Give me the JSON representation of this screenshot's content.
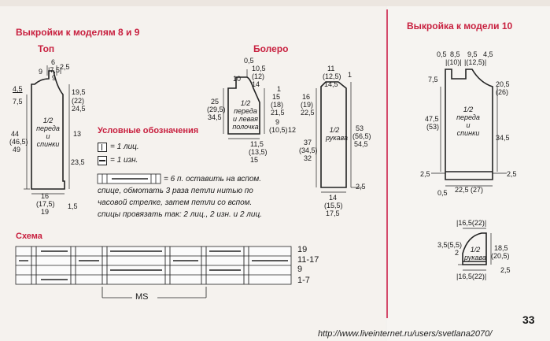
{
  "left_title": "Выкройки к моделям 8 и 9",
  "right_title": "Выкройка к модели 10",
  "top": {
    "title": "Топ",
    "label": [
      "1/2",
      "переда",
      "и",
      "спинки"
    ],
    "dims": {
      "d9": "9",
      "d6": "6",
      "d75p": "|7,5|",
      "d9b": "9",
      "d25": "2,5",
      "d45": "4,5",
      "d75": "7,5",
      "d195": "19,5",
      "d22": "(22)",
      "d245": "24,5",
      "d13": "13",
      "d44": "44",
      "d465": "(46,5)",
      "d49": "49",
      "d235": "23,5",
      "d16": "16",
      "d175": "(17,5)",
      "d19": "19",
      "d15": "1,5"
    }
  },
  "bolero": {
    "title": "Болеро",
    "body_label": [
      "1/2",
      "переда",
      "и левая",
      "полочка"
    ],
    "sleeve_label": [
      "1/2",
      "рукава"
    ],
    "dims": {
      "d05": "0,5",
      "d10": "10",
      "d105": "10,5",
      "d12": "(12)",
      "d14": "14",
      "d1": "1",
      "d25": "25",
      "d295": "(29,5)",
      "d345": "34,5",
      "d15": "15",
      "d18": "(18)",
      "d215": "21,5",
      "d9": "9",
      "d1055": "(10,5)",
      "d12b": "12",
      "d1155": "11,5",
      "d1355": "(13,5)",
      "d15b": "15",
      "s11": "11",
      "s125": "(12,5)",
      "s145": "14,5",
      "s1": "1",
      "s16": "16",
      "s19": "(19)",
      "s225": "22,5",
      "s53": "53",
      "s565": "(56,5)",
      "s545": "54,5",
      "s37": "37",
      "s345": "(34,5)",
      "s32": "32",
      "s25": "2,5",
      "s14": "14",
      "s155": "(15,5)",
      "s175": "17,5"
    }
  },
  "legend": {
    "title": "Условные обозначения",
    "knit": "= 1 лиц.",
    "purl": "= 1 изн.",
    "special_lines": [
      "= 6  п.  оставить  на  вспом.",
      "спице, обмотать 3 раза петли нитью по",
      "часовой стрелке, затем петли со вспом.",
      "спицы провязать так: 2 лиц., 2 изн. и 2 лиц."
    ]
  },
  "scheme": {
    "title": "Схема",
    "row_labels": [
      "19",
      "11-17",
      "9",
      "1-7"
    ],
    "ms": "MS"
  },
  "model10": {
    "body_label": [
      "1/2",
      "переда",
      "и",
      "спинки"
    ],
    "sleeve_label": [
      "1/2",
      "рукава"
    ],
    "dims": {
      "d05": "0,5",
      "d85": "8,5",
      "d95": "9,5",
      "d45": "4,5",
      "d10": "|(10)|",
      "d125": "|(12,5)|",
      "d75": "7,5",
      "d205": "20,5",
      "d26": "(26)",
      "d475": "47,5",
      "d53": "(53)",
      "d345": "34,5",
      "d25l": "2,5",
      "d25r": "2,5",
      "d05b": "0,5",
      "d225": "22,5 (27)",
      "s165": "|16,5(22)|",
      "s35": "3,5(5,5)",
      "s2": "2",
      "s185": "18,5",
      "s205": "(20,5)",
      "s25": "2,5",
      "s165b": "|16,5(22)|"
    }
  },
  "page_number": "33",
  "url": "http://www.liveinternet.ru/users/svetlana2070/"
}
